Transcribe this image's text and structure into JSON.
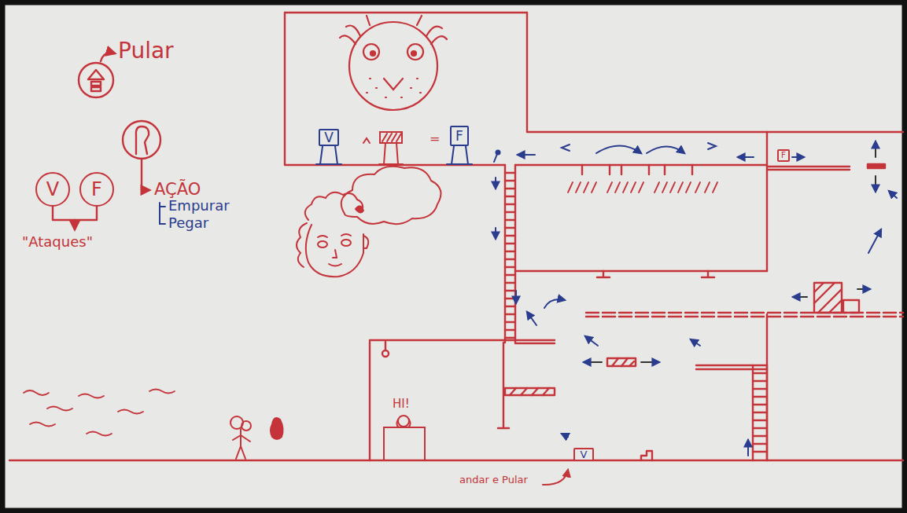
{
  "diagram": {
    "nodes": [
      {
        "text": [
          "V"
        ]
      },
      {
        "text": [
          "F"
        ]
      },
      {
        "text": [
          "V"
        ]
      },
      {
        "text": [
          "F"
        ]
      },
      {
        "text": [
          "F"
        ]
      },
      {
        "text": [
          "V"
        ]
      }
    ],
    "labels": [
      "Pular",
      "\"Ataques\"",
      "AÇÃO",
      "Empurar",
      "Pegar",
      "=",
      "HI!",
      "andar e Pular"
    ]
  }
}
